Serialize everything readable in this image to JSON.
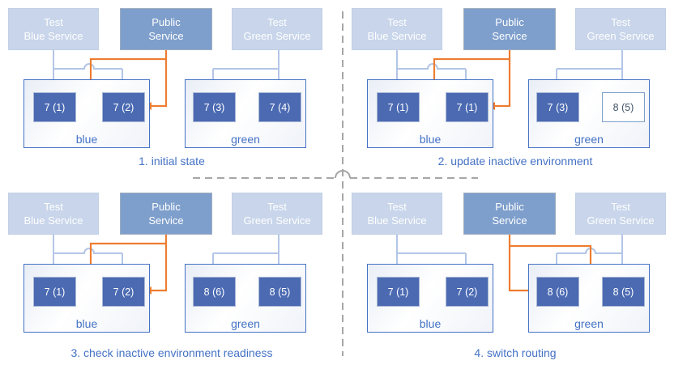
{
  "palette": {
    "service_light_fill": "#c8d5ea",
    "service_dark_fill": "#7e9fcc",
    "pod_fill": "#4b6ab2",
    "pod_outline_border": "#7e9fcc",
    "test_arrow": "#b3c6e7",
    "public_arrow": "#ed7d31",
    "environment_border": "#4472c4",
    "caption_text": "#4472c4",
    "divider": "#a6a6a6"
  },
  "panels": [
    {
      "caption": "1. initial state",
      "public_routes_to": "blue",
      "services": [
        {
          "lines": [
            "Test",
            "Blue Service"
          ]
        },
        {
          "lines": [
            "Public",
            "Service"
          ]
        },
        {
          "lines": [
            "Test",
            "Green Service"
          ]
        }
      ],
      "environments": [
        {
          "label": "blue",
          "pods": [
            {
              "label": "7 (1)",
              "filled": true
            },
            {
              "label": "7 (2)",
              "filled": true
            }
          ]
        },
        {
          "label": "green",
          "pods": [
            {
              "label": "7 (3)",
              "filled": true
            },
            {
              "label": "7 (4)",
              "filled": true
            }
          ]
        }
      ]
    },
    {
      "caption": "2. update inactive environment",
      "public_routes_to": "blue",
      "services": [
        {
          "lines": [
            "Test",
            "Blue Service"
          ]
        },
        {
          "lines": [
            "Public",
            "Service"
          ]
        },
        {
          "lines": [
            "Test",
            "Green Service"
          ]
        }
      ],
      "environments": [
        {
          "label": "blue",
          "pods": [
            {
              "label": "7 (1)",
              "filled": true
            },
            {
              "label": "7 (1)",
              "filled": true
            }
          ]
        },
        {
          "label": "green",
          "pods": [
            {
              "label": "7 (3)",
              "filled": true
            },
            {
              "label": "8 (5)",
              "filled": false
            }
          ]
        }
      ]
    },
    {
      "caption": "3. check inactive environment readiness",
      "public_routes_to": "blue",
      "services": [
        {
          "lines": [
            "Test",
            "Blue Service"
          ]
        },
        {
          "lines": [
            "Public",
            "Service"
          ]
        },
        {
          "lines": [
            "Test",
            "Green Service"
          ]
        }
      ],
      "environments": [
        {
          "label": "blue",
          "pods": [
            {
              "label": "7 (1)",
              "filled": true
            },
            {
              "label": "7 (2)",
              "filled": true
            }
          ]
        },
        {
          "label": "green",
          "pods": [
            {
              "label": "8 (6)",
              "filled": true
            },
            {
              "label": "8 (5)",
              "filled": true
            }
          ]
        }
      ]
    },
    {
      "caption": "4. switch routing",
      "public_routes_to": "green",
      "services": [
        {
          "lines": [
            "Test",
            "Blue Service"
          ]
        },
        {
          "lines": [
            "Public",
            "Service"
          ]
        },
        {
          "lines": [
            "Test",
            "Green Service"
          ]
        }
      ],
      "environments": [
        {
          "label": "blue",
          "pods": [
            {
              "label": "7 (1)",
              "filled": true
            },
            {
              "label": "7 (2)",
              "filled": true
            }
          ]
        },
        {
          "label": "green",
          "pods": [
            {
              "label": "8 (6)",
              "filled": true
            },
            {
              "label": "8 (5)",
              "filled": true
            }
          ]
        }
      ]
    }
  ]
}
